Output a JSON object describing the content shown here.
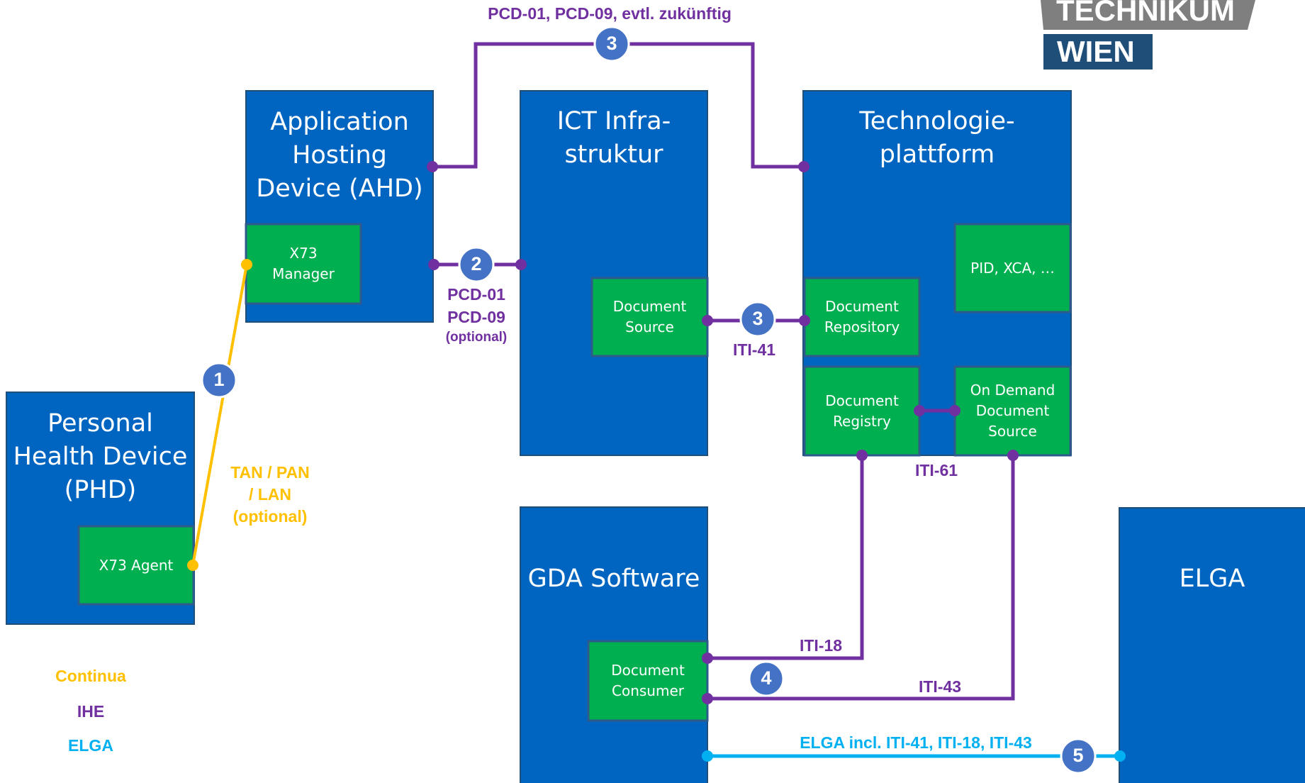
{
  "logo": {
    "line1": "TECHNIKUM",
    "line2": "WIEN"
  },
  "boxes": {
    "phd": "Personal\nHealth Device\n(PHD)",
    "ahd": "Application\nHosting\nDevice (AHD)",
    "ict": "ICT Infra-\nstruktur",
    "tech": "Technologie-\nplattform",
    "gda": "GDA Software",
    "elga": "ELGA"
  },
  "components": {
    "x73_agent": "X73 Agent",
    "x73_manager": "X73\nManager",
    "doc_source": "Document\nSource",
    "doc_repository": "Document\nRepository",
    "pid_xca": "PID, XCA, …",
    "doc_registry": "Document\nRegistry",
    "on_demand": "On Demand\nDocument\nSource",
    "doc_consumer": "Document\nConsumer"
  },
  "labels": {
    "pcd_top": "PCD-01, PCD-09, evtl. zukünftig",
    "pcd01": "PCD-01",
    "pcd09": "PCD-09",
    "optional": "(optional)",
    "iti41": "ITI-41",
    "iti61": "ITI-61",
    "iti18": "ITI-18",
    "iti43": "ITI-43",
    "elga_link": "ELGA incl. ITI-41, ITI-18, ITI-43",
    "tan1": "TAN / PAN",
    "tan2": "/ LAN",
    "tan3": "(optional)"
  },
  "markers": {
    "m1": "1",
    "m2": "2",
    "m3a": "3",
    "m3b": "3",
    "m4": "4",
    "m5": "5"
  },
  "legend": {
    "continua": "Continua",
    "ihe": "IHE",
    "elga": "ELGA"
  },
  "colors": {
    "box_blue": "#0064c1",
    "component_green": "#00b050",
    "ihe_purple": "#7030a0",
    "continua_orange": "#ffc000",
    "elga_cyan": "#00b0f0",
    "marker_fill": "#4472c4",
    "logo_gray": "#7f7f7f",
    "logo_blue": "#1f4e79"
  }
}
